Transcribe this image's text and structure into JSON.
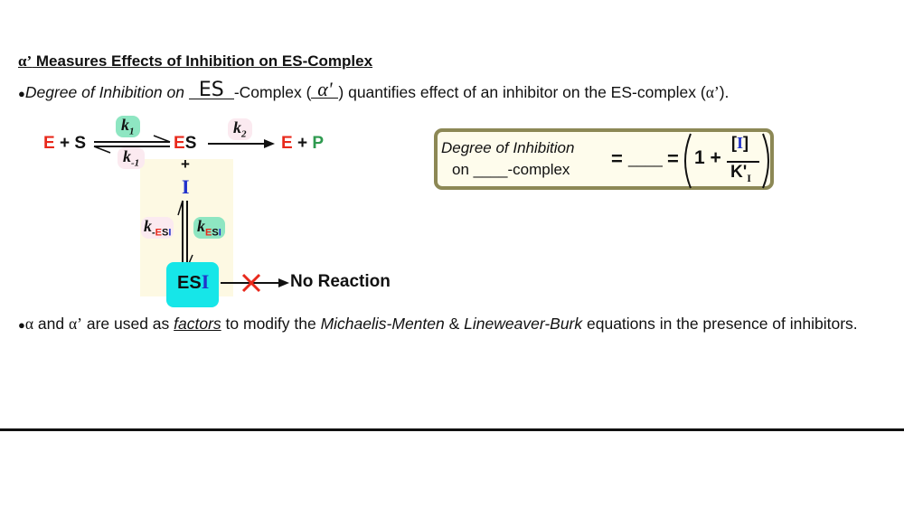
{
  "title": {
    "alpha_prime": "α’",
    "text": " Measures Effects of Inhibition on ES-Complex"
  },
  "bullet1": {
    "bullet": "●",
    "italic_lead": "Degree of Inhibition on ",
    "blank1_handwritten": "ES",
    "after_blank1": "-Complex (",
    "blank2_handwritten": "α'",
    "after_blank2": ") quantifies effect of an inhibitor on the ES-complex (",
    "alpha_prime": "α’",
    "close": ")."
  },
  "reaction": {
    "E": "E",
    "plus1": " + ",
    "S": "S",
    "k1": "k",
    "k1_sub": "1",
    "k_minus1": "k",
    "k_minus1_sub": "-1",
    "ES_E": "E",
    "ES_S": "S",
    "k2": "k",
    "k2_sub": "2",
    "prod_E": "E",
    "plus2": " + ",
    "prod_P": "P",
    "plus_vertical": "+",
    "I": "I",
    "k_minus_esi": "k",
    "k_minus_esi_sub_dash": "-",
    "k_minus_esi_sub_E": "E",
    "k_minus_esi_sub_S": "S",
    "k_minus_esi_sub_I": "I",
    "k_esi": "k",
    "k_esi_sub_E": "E",
    "k_esi_sub_S": "S",
    "k_esi_sub_I": "I",
    "ESI_ES": "ES",
    "ESI_I": "I",
    "no_reaction": "No Reaction"
  },
  "equation_box": {
    "line1": "Degree of Inhibition",
    "line2_prefix": "on ",
    "line2_blank": "____",
    "line2_suffix": "-complex",
    "equals1": "=",
    "blank": "____",
    "equals2": "=",
    "one_plus": "1 + ",
    "numerator_open": "[",
    "numerator_I": "I",
    "numerator_close": "]",
    "denominator": "K'",
    "denominator_sub": "I"
  },
  "bullet2": {
    "bullet": "●",
    "alpha": "α",
    "text1": " and ",
    "alpha_prime": "α’",
    "text2": " are used as ",
    "factors": "factors",
    "text3": " to modify the ",
    "mm": "Michaelis-Menten",
    "text4": " & ",
    "lb": "Lineweaver-Burk",
    "text5": " equations in the presence of inhibitors."
  },
  "colors": {
    "red": "#e8291c",
    "green_product": "#2e9a4f",
    "blue_inhibitor": "#2233cc",
    "k1_pill": "#8ee6c2",
    "k2_pill": "#fbeaf0",
    "esi_box": "#16e6e8",
    "yellow_panel": "#fdf9e3",
    "eq_border": "#8c8855"
  }
}
